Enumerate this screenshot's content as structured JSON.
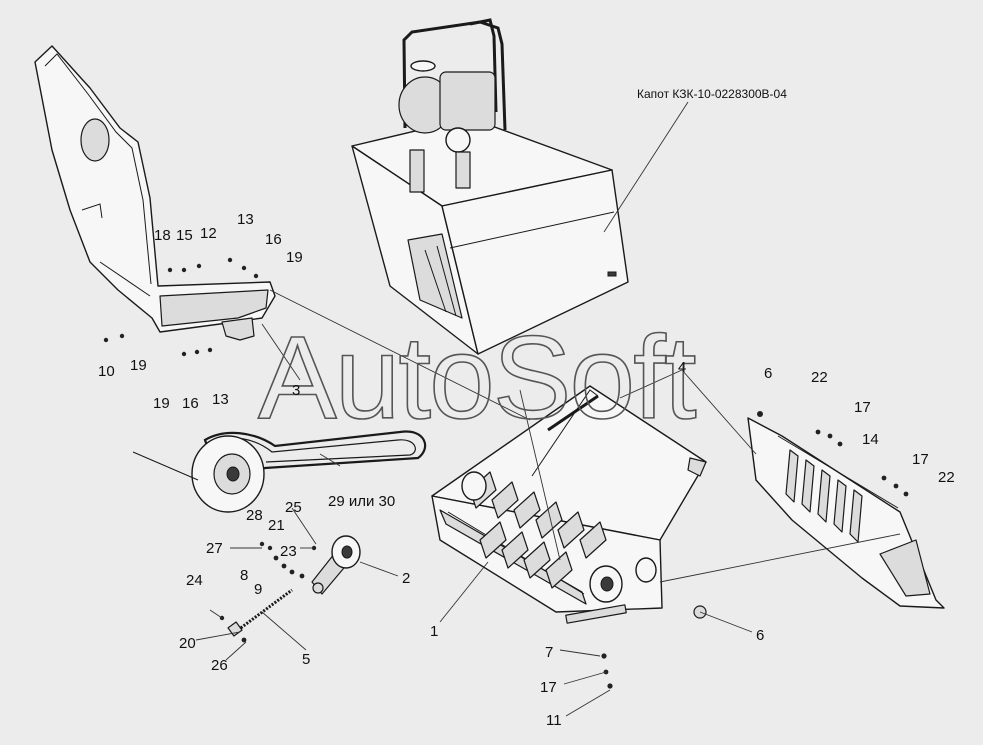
{
  "watermark": "AutoSoft",
  "title_callout": "Капот КЗК-10-0228300В-04",
  "labels": {
    "l1": "1",
    "l2": "2",
    "l3": "3",
    "l4": "4",
    "l5": "5",
    "l6a": "6",
    "l6b": "6",
    "l7": "7",
    "l8": "8",
    "l9": "9",
    "l10": "10",
    "l11": "11",
    "l12": "12",
    "l13a": "13",
    "l13b": "13",
    "l14": "14",
    "l15": "15",
    "l16a": "16",
    "l16b": "16",
    "l17a": "17",
    "l17b": "17",
    "l17c": "17",
    "l18": "18",
    "l19a": "19",
    "l19b": "19",
    "l19c": "19",
    "l20": "20",
    "l21": "21",
    "l22a": "22",
    "l22b": "22",
    "l23": "23",
    "l24": "24",
    "l25": "25",
    "l26": "26",
    "l27": "27",
    "l28": "28",
    "l29": "29 или 30"
  }
}
